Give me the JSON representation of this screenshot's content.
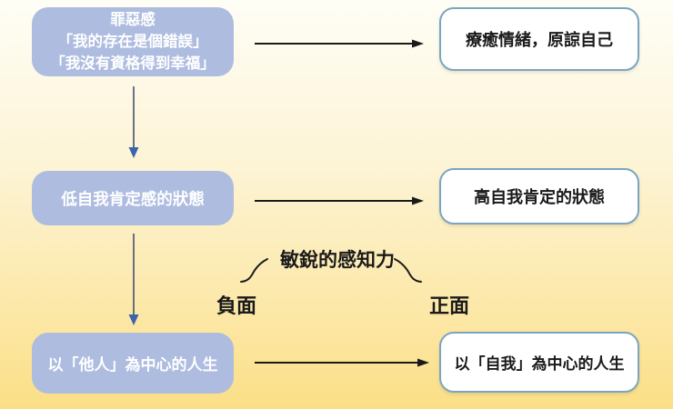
{
  "left_boxes": [
    {
      "lines": [
        "罪惡感",
        "「我的存在是個錯誤」",
        "「我沒有資格得到幸福」"
      ]
    },
    {
      "lines": [
        "低自我肯定感的狀態"
      ]
    },
    {
      "lines": [
        "以「他人」為中心的人生"
      ]
    }
  ],
  "right_boxes": [
    {
      "lines": [
        "療癒情緒，原諒自己"
      ]
    },
    {
      "lines": [
        "高自我肯定的狀態"
      ]
    },
    {
      "lines": [
        "以「自我」為中心的人生"
      ]
    }
  ],
  "labels": {
    "center": "敏銳的感知力",
    "negative": "負面",
    "positive": "正面"
  },
  "colors": {
    "bg-top": "#fffef6",
    "bg-bottom": "#fbdf87",
    "box-lavender": "#aebce0",
    "box-white": "#ffffff",
    "box-white-border": "#7aa5c2",
    "box-text-light": "#ffffff",
    "text-dark": "#1a1a1a",
    "arrow-black": "#1a1a1a",
    "varrow-line": "#43536e",
    "varrow-head": "#3c63ac"
  }
}
